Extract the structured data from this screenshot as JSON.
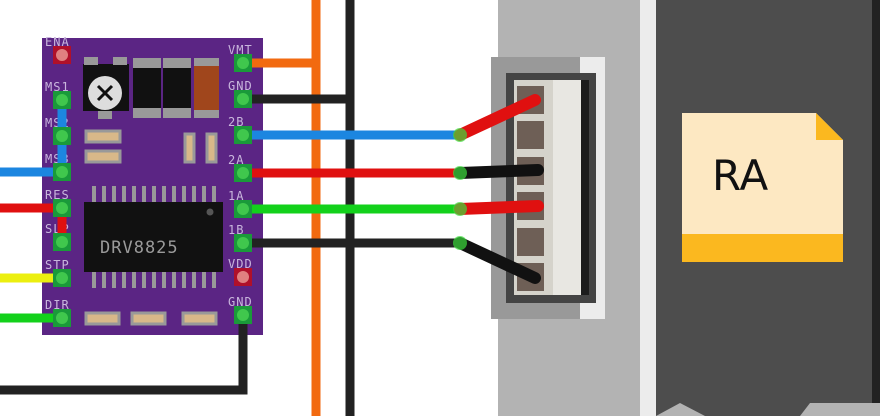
{
  "board": {
    "chip_label": "DRV8825",
    "left_pins": [
      "ENA",
      "MS1",
      "MS2",
      "MS3",
      "RES",
      "SLP",
      "STP",
      "DIR"
    ],
    "right_pins": [
      "VMT",
      "GND",
      "2B",
      "2A",
      "1A",
      "1B",
      "VDD",
      "GND"
    ],
    "color": "#5b2584"
  },
  "motor": {
    "label": "RA",
    "label_color": "#fde8c2",
    "accent": "#fbb81f"
  },
  "wire_colors": {
    "orange": "#f26a10",
    "black": "#222222",
    "blue": "#1c86e0",
    "red": "#e01010",
    "green": "#13d11b",
    "yellow": "#ecef10"
  }
}
